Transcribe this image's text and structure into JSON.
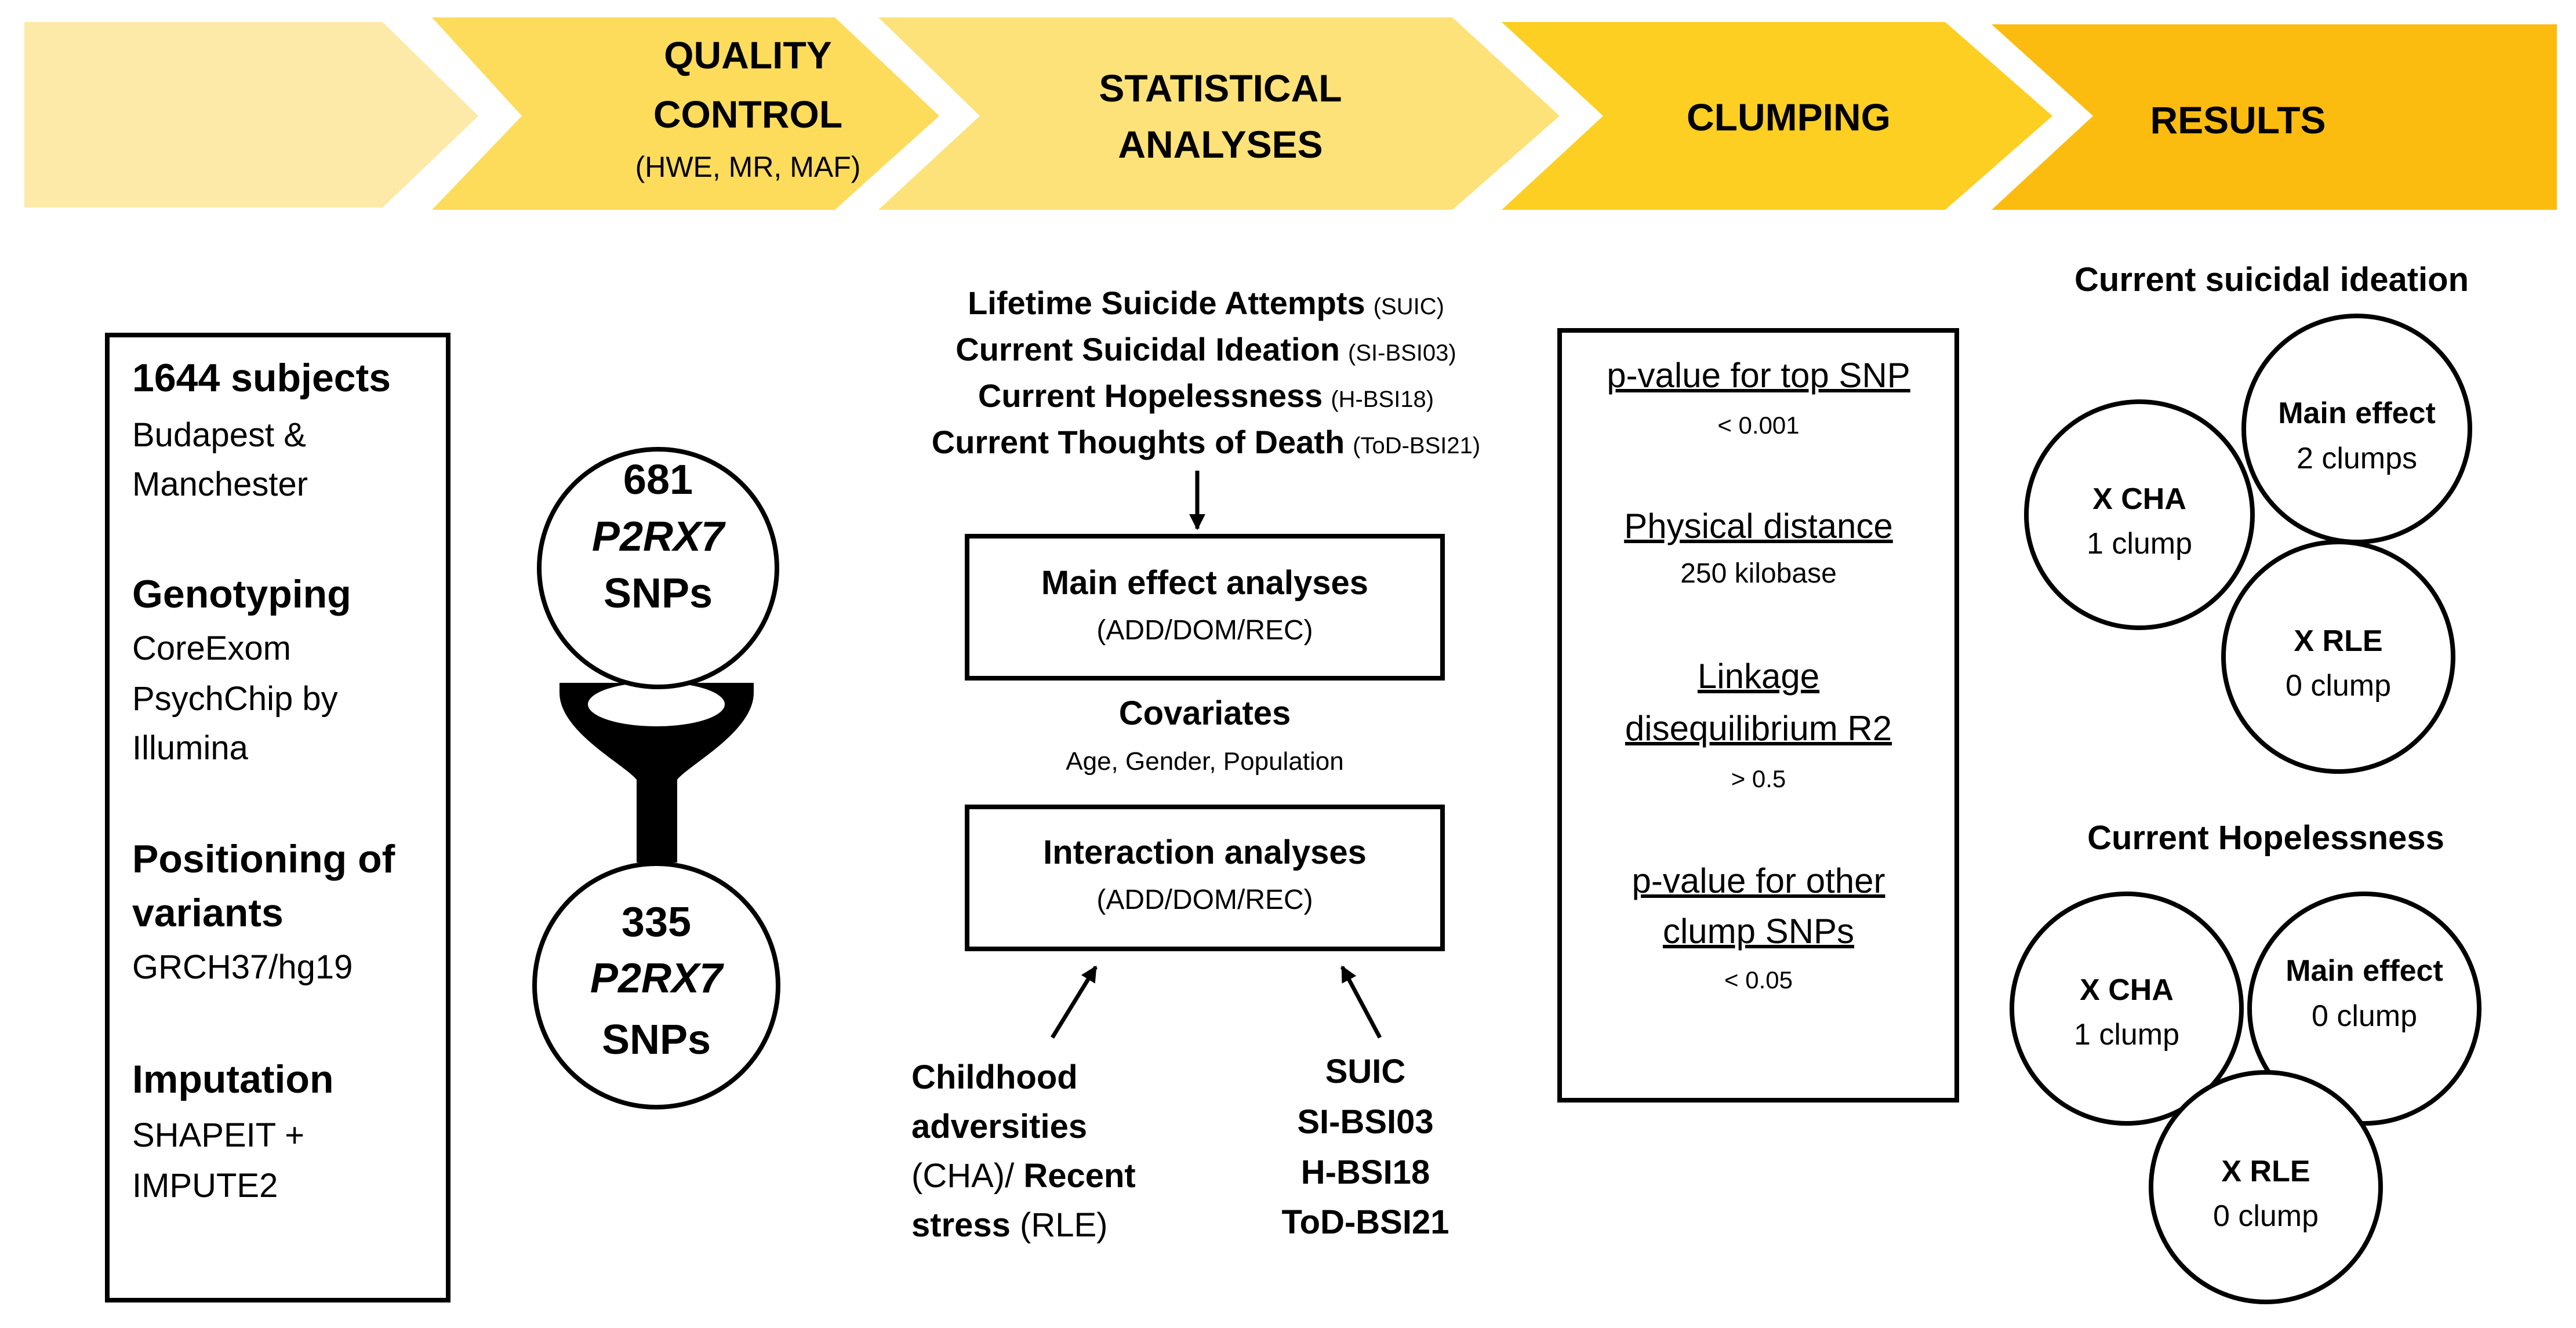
{
  "pipeline": {
    "colors": [
      "#fde9a8",
      "#fddc5c",
      "#fde27a",
      "#fdcf22",
      "#fcbc0f"
    ],
    "steps": [
      {
        "line1": "",
        "line2": "",
        "sub": ""
      },
      {
        "line1": "QUALITY",
        "line2": "CONTROL",
        "sub": "(HWE, MR, MAF)"
      },
      {
        "line1": "STATISTICAL",
        "line2": "ANALYSES",
        "sub": ""
      },
      {
        "line1": "CLUMPING",
        "line2": "",
        "sub": ""
      },
      {
        "line1": "RESULTS",
        "line2": "",
        "sub": ""
      }
    ]
  },
  "subjects_box": {
    "sections": [
      {
        "heading": [
          "1644 subjects"
        ],
        "lines": [
          "Budapest &",
          "Manchester"
        ]
      },
      {
        "heading": [
          "Genotyping"
        ],
        "lines": [
          "CoreExom",
          "PsychChip by",
          "Illumina"
        ]
      },
      {
        "heading": [
          "Positioning of",
          "variants"
        ],
        "lines": [
          "GRCH37/hg19"
        ]
      },
      {
        "heading": [
          "Imputation"
        ],
        "lines": [
          "SHAPEIT +",
          "IMPUTE2"
        ]
      }
    ]
  },
  "funnel": {
    "top": {
      "count": "681",
      "gene": "P2RX7",
      "label": "SNPs"
    },
    "bottom": {
      "count": "335",
      "gene": "P2RX7",
      "label": "SNPs"
    }
  },
  "analyses": {
    "phenotypes": [
      {
        "name": "Lifetime Suicide Attempts",
        "code": "(SUIC)"
      },
      {
        "name": "Current Suicidal Ideation",
        "code": "(SI-BSI03)"
      },
      {
        "name": "Current Hopelessness",
        "code": "(H-BSI18)"
      },
      {
        "name": "Current Thoughts of Death",
        "code": "(ToD-BSI21)"
      }
    ],
    "main_box": {
      "title": "Main effect analyses",
      "sub": "(ADD/DOM/REC)"
    },
    "covariates": {
      "title": "Covariates",
      "sub": "Age, Gender, Population"
    },
    "interaction_box": {
      "title": "Interaction analyses",
      "sub": "(ADD/DOM/REC)"
    },
    "environment": {
      "line1": "Childhood",
      "line2": "adversities",
      "line3_code": "(CHA)/",
      "line3_bold": " Recent",
      "line4_bold": "stress",
      "line4_code": " (RLE)"
    },
    "outcomes": [
      "SUIC",
      "SI-BSI03",
      "H-BSI18",
      "ToD-BSI21"
    ]
  },
  "clumping": {
    "criteria": [
      {
        "title": [
          "p-value for top SNP"
        ],
        "value": "< 0.001"
      },
      {
        "title": [
          "Physical distance"
        ],
        "value": "250 kilobase"
      },
      {
        "title": [
          "Linkage",
          "disequilibrium  R2"
        ],
        "value": "> 0.5"
      },
      {
        "title": [
          "p-value for other",
          "clump SNPs"
        ],
        "value": "< 0.05"
      }
    ]
  },
  "results": {
    "groups": [
      {
        "title": "Current suicidal ideation",
        "circles": [
          {
            "label": "Main effect",
            "value": "2 clumps"
          },
          {
            "label": "X CHA",
            "value": "1 clump"
          },
          {
            "label": "X RLE",
            "value": "0 clump"
          }
        ]
      },
      {
        "title": "Current Hopelessness",
        "circles": [
          {
            "label": "X CHA",
            "value": "1 clump"
          },
          {
            "label": "Main effect",
            "value": "0 clump"
          },
          {
            "label": "X RLE",
            "value": "0 clump"
          }
        ]
      }
    ]
  }
}
